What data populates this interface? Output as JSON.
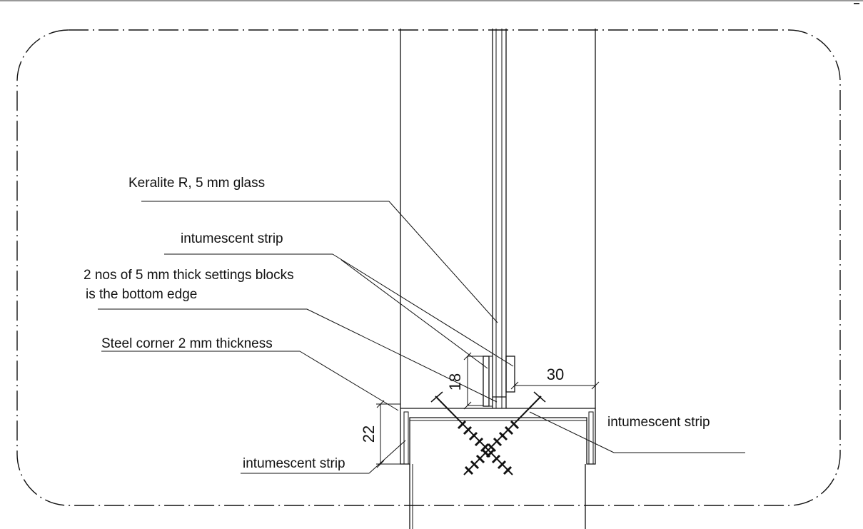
{
  "labels": {
    "glass": "Keralite R, 5 mm glass",
    "strip_top": "intumescent strip",
    "blocks_line1": "2 nos of 5 mm thick settings blocks",
    "blocks_line2": "is the bottom edge",
    "steel_corner": "Steel corner 2 mm thickness",
    "strip_right": "intumescent strip",
    "strip_bottom": "intumescent strip"
  },
  "dimensions": {
    "dim_18": "18",
    "dim_22": "22",
    "dim_30": "30"
  }
}
